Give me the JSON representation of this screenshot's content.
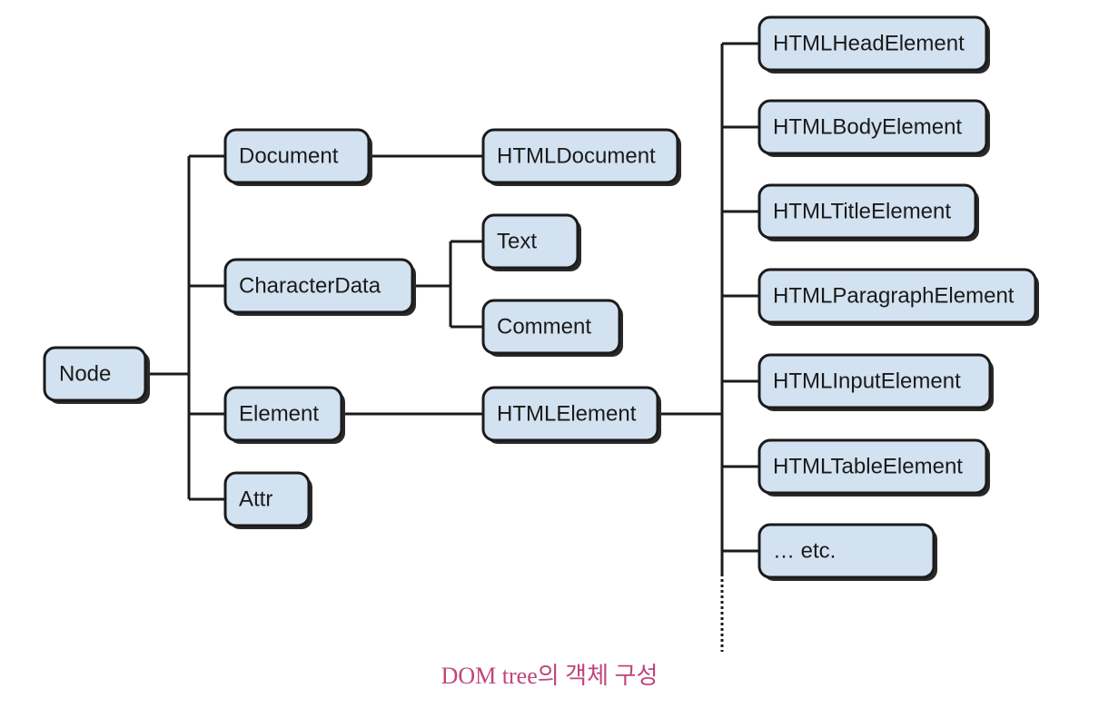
{
  "nodes": {
    "node": "Node",
    "document": "Document",
    "character_data": "CharacterData",
    "element": "Element",
    "attr": "Attr",
    "html_document": "HTMLDocument",
    "text": "Text",
    "comment": "Comment",
    "html_element": "HTMLElement",
    "html_head_element": "HTMLHeadElement",
    "html_body_element": "HTMLBodyElement",
    "html_title_element": "HTMLTitleElement",
    "html_paragraph_element": "HTMLParagraphElement",
    "html_input_element": "HTMLInputElement",
    "html_table_element": "HTMLTableElement",
    "etc": "… etc."
  },
  "caption": "DOM tree의 객체 구성",
  "colors": {
    "node_fill": "#d3e2f0",
    "stroke": "#1b1b1b",
    "caption": "#c0457a"
  }
}
